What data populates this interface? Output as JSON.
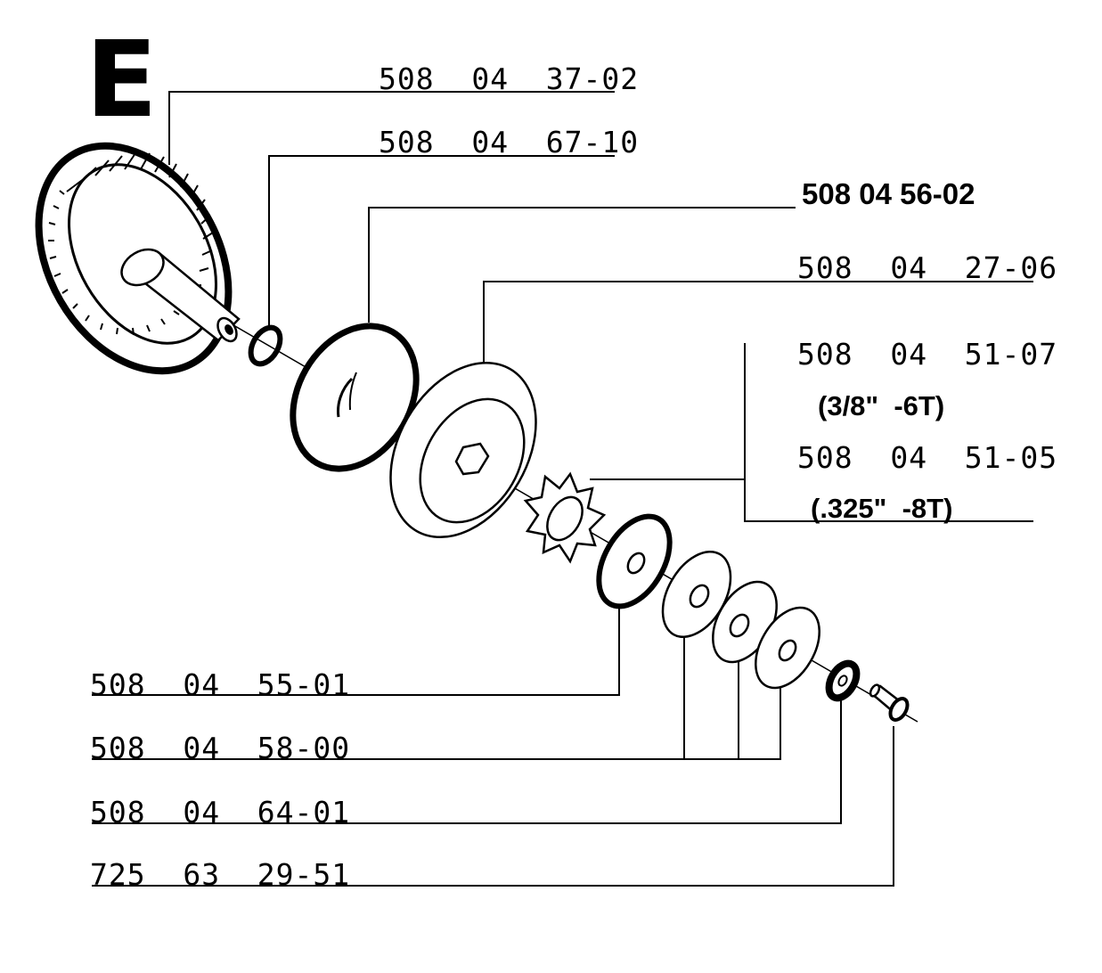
{
  "section": "E",
  "labels": {
    "p1": "508  04  37-02",
    "p2": "508  04  67-10",
    "p3": "508 04 56-02",
    "p4": "508  04  27-06",
    "p5": "508  04  51-07",
    "p5_spec": "(3/8\"  -6T)",
    "p6": "508  04  51-05",
    "p6_spec": "(.325\"  -8T)",
    "p7": "508  04  55-01",
    "p8": "508  04  58-00",
    "p9": "508  04  64-01",
    "p10": "725  63  29-51"
  }
}
